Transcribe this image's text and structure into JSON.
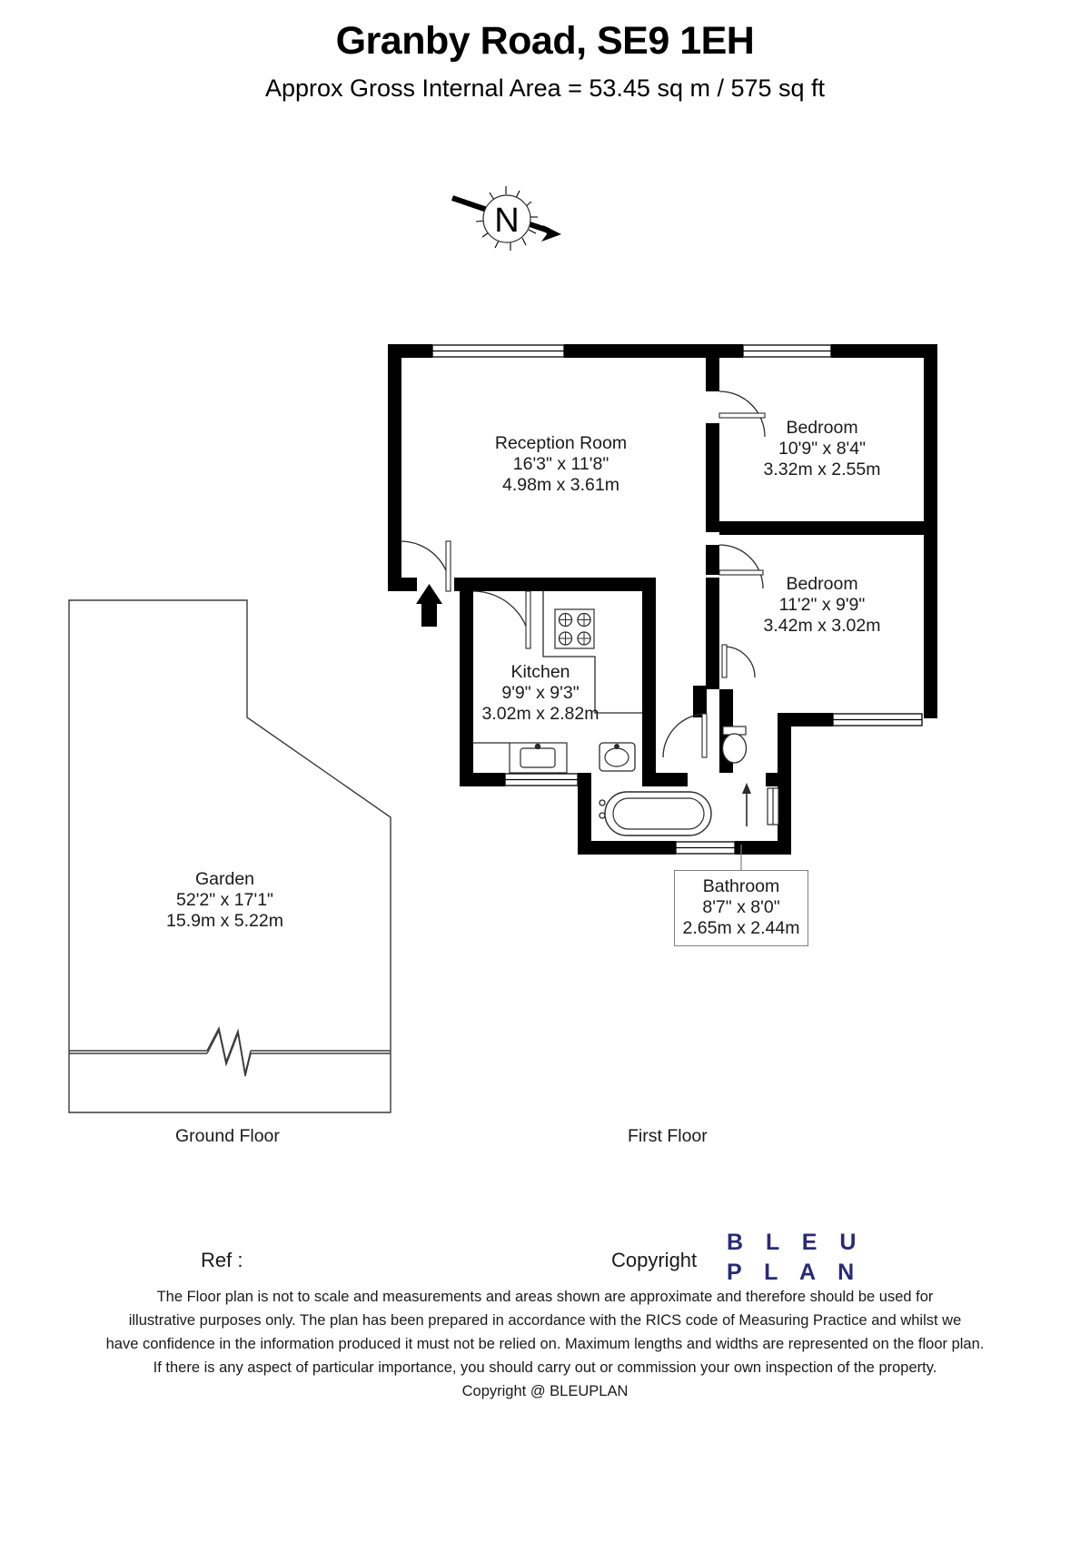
{
  "header": {
    "title": "Granby Road, SE9 1EH",
    "subtitle": "Approx Gross Internal Area = 53.45 sq m / 575 sq ft"
  },
  "compass": {
    "north_label": "N"
  },
  "rooms": [
    {
      "key": "reception",
      "name": "Reception Room",
      "imperial": "16'3\" x 11'8\"",
      "metric": "4.98m x 3.61m"
    },
    {
      "key": "bedroom_1",
      "name": "Bedroom",
      "imperial": "10'9\" x 8'4\"",
      "metric": "3.32m x 2.55m"
    },
    {
      "key": "bedroom_2",
      "name": "Bedroom",
      "imperial": "11'2\" x 9'9\"",
      "metric": "3.42m x 3.02m"
    },
    {
      "key": "kitchen",
      "name": "Kitchen",
      "imperial": "9'9\" x 9'3\"",
      "metric": "3.02m x 2.82m"
    },
    {
      "key": "bathroom",
      "name": "Bathroom",
      "imperial": "8'7\" x 8'0\"",
      "metric": "2.65m x 2.44m"
    },
    {
      "key": "garden",
      "name": "Garden",
      "imperial": "52'2\" x 17'1\"",
      "metric": "15.9m x 5.22m"
    }
  ],
  "captions": {
    "ground_floor": "Ground Floor",
    "first_floor": "First Floor"
  },
  "footer": {
    "ref_label": "Ref  :",
    "copyright_label": "Copyright",
    "logo_line_1": "B L E U",
    "logo_line_2": "P L A N",
    "logo_color": "#29297a",
    "disclaimer_line_1": "The Floor plan is not to scale and measurements and areas shown are approximate and therefore should be used for",
    "disclaimer_line_2": "illustrative purposes only. The plan has been prepared in accordance with the RICS code of Measuring Practice and whilst we",
    "disclaimer_line_3": "have confidence in the information produced it must not be relied on. Maximum lengths and widths are represented on the floor plan.",
    "disclaimer_line_4": "If there is any aspect of particular importance, you should carry out or commission your own inspection of the property.",
    "disclaimer_line_5": "Copyright @ BLEUPLAN"
  }
}
